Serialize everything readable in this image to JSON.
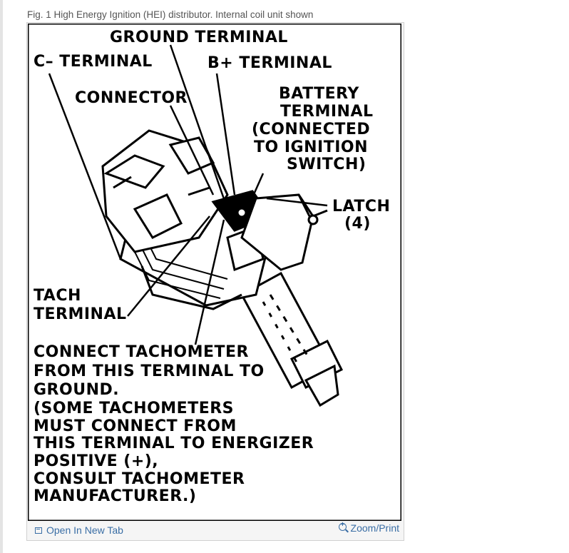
{
  "caption": "Fig. 1 High Energy Ignition (HEI) distributor. Internal coil unit shown",
  "figure": {
    "labels": {
      "ground_terminal": "GROUND TERMINAL",
      "c_minus_terminal": "C–  TERMINAL",
      "b_plus_terminal": "B+ TERMINAL",
      "connector": "CONNECTOR",
      "battery_line1": "BATTERY",
      "battery_line2": "TERMINAL",
      "battery_line3": "(CONNECTED",
      "battery_line4": "TO IGNITION",
      "battery_line5": "SWITCH)",
      "latch_line1": "LATCH",
      "latch_line2": "(4)",
      "tach_line1": "TACH",
      "tach_line2": "TERMINAL",
      "note_line1": "CONNECT TACHOMETER",
      "note_line2": "FROM THIS TERMINAL TO",
      "note_line3": "GROUND.",
      "note_line4": "(SOME TACHOMETERS",
      "note_line5": "MUST CONNECT FROM",
      "note_line6": "THIS TERMINAL TO ENERGIZER",
      "note_line7": "POSITIVE (+),",
      "note_line8": "CONSULT TACHOMETER",
      "note_line9": "MANUFACTURER.)"
    }
  },
  "footer": {
    "open_label": "Open In New Tab",
    "zoom_label": "Zoom/Print",
    "open_icon": "external-tab-icon",
    "zoom_icon": "magnifier-plus-icon",
    "link_color": "#3a6ea5"
  }
}
